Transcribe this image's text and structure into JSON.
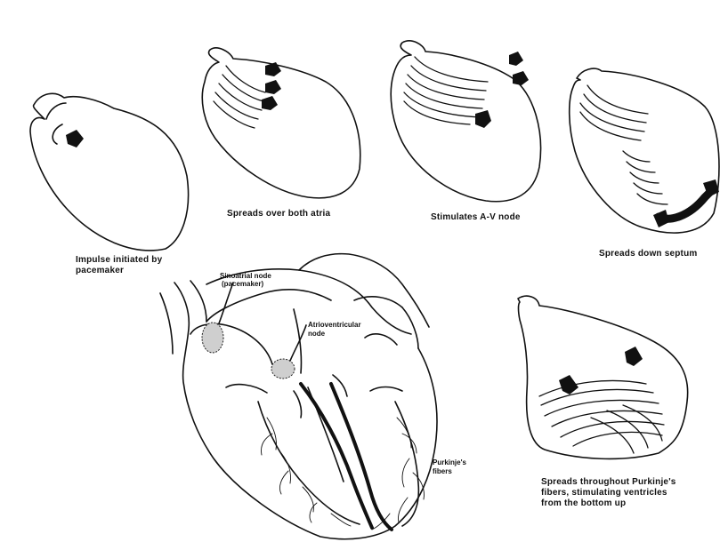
{
  "captions": {
    "step1": "Impulse initiated by",
    "step1_line2": "pacemaker",
    "step2": "Spreads over both atria",
    "step3": "Stimulates A-V node",
    "step4": "Spreads down septum",
    "step5_line1": "Spreads throughout Purkinje's",
    "step5_line2": "fibers, stimulating ventricles",
    "step5_line3": "from the bottom up"
  },
  "labels": {
    "sa_node_line1": "Sinoatrial node",
    "sa_node_line2": "(pacemaker)",
    "av_node_line1": "Atrioventricular",
    "av_node_line2": "node",
    "purkinje_line1": "Purkinje's",
    "purkinje_line2": "fibers"
  },
  "colors": {
    "ink": "#111111",
    "background": "#ffffff"
  }
}
